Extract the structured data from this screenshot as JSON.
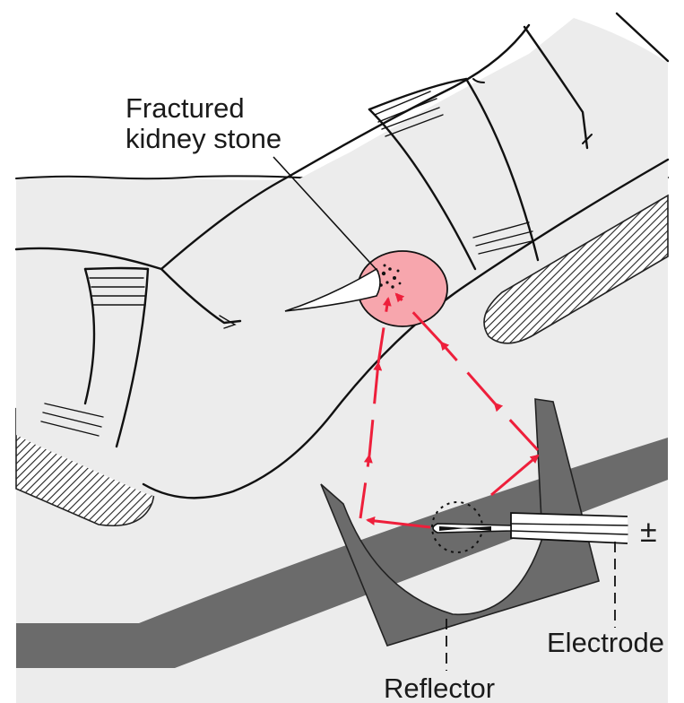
{
  "labels": {
    "stone": [
      "Fractured",
      "kidney stone"
    ],
    "electrode": "Electrode",
    "reflector": "Reflector",
    "polarity": "±"
  },
  "colors": {
    "water": "#ececec",
    "kidney": "#f7a6ad",
    "wave_path": "#ee1f3b",
    "reflector": "#6b6b6b",
    "body_fill": "#ececec"
  }
}
